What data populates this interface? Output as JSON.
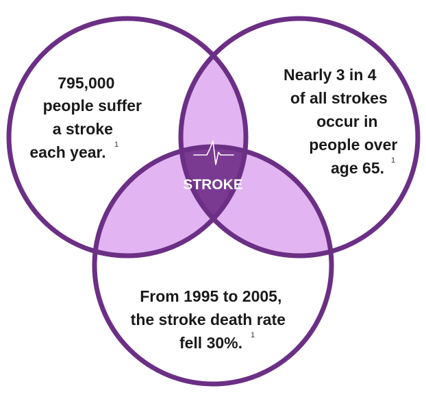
{
  "colors": {
    "outline": "#6b2f85",
    "lens": "#e2b4f2",
    "center": "#7a3a92",
    "circle_fill": "#ffffff"
  },
  "center": {
    "label": "STROKE",
    "icon": "heartbeat-pulse-icon"
  },
  "top_left": {
    "lines": [
      "795,000",
      "people suffer",
      "a stroke",
      "each year."
    ],
    "footnote": "1"
  },
  "top_right": {
    "lines": [
      "Nearly 3 in 4",
      "of all strokes",
      "occur in",
      "people over",
      "age 65."
    ],
    "footnote": "1"
  },
  "bottom": {
    "lines": [
      "From 1995 to 2005,",
      "the stroke death rate",
      "fell 30%."
    ],
    "footnote": "1"
  }
}
